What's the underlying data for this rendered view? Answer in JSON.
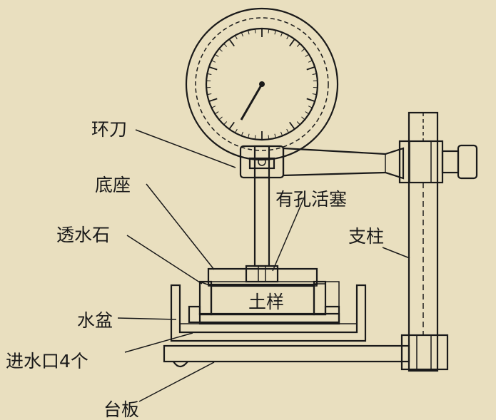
{
  "labels": {
    "ring_knife": "环刀",
    "base": "底座",
    "porous_stone": "透水石",
    "perforated_piston": "有孔活塞",
    "column": "支柱",
    "soil_sample": "土样",
    "water_basin": "水盆",
    "water_inlets": "进水口4个",
    "table_plate": "台板"
  },
  "colors": {
    "background": "#e9dfbf",
    "ink": "#1a1a1a"
  }
}
